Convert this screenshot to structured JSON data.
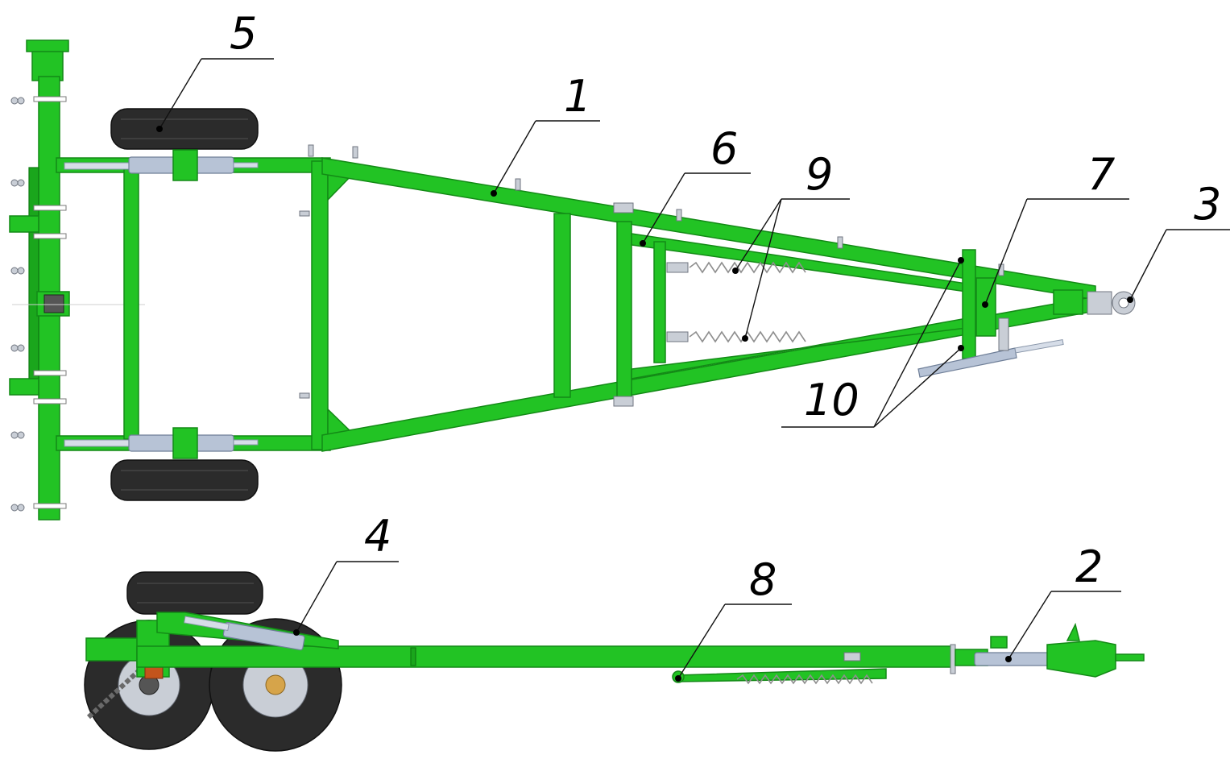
{
  "callouts": [
    {
      "id": "1",
      "label": "1"
    },
    {
      "id": "2",
      "label": "2"
    },
    {
      "id": "3",
      "label": "3"
    },
    {
      "id": "4",
      "label": "4"
    },
    {
      "id": "5",
      "label": "5"
    },
    {
      "id": "6",
      "label": "6"
    },
    {
      "id": "7",
      "label": "7"
    },
    {
      "id": "8",
      "label": "8"
    },
    {
      "id": "9",
      "label": "9"
    },
    {
      "id": "10",
      "label": "10"
    }
  ],
  "colors": {
    "frame": "#22c324",
    "frame_shadow": "#138a16",
    "tire": "#2b2b2b",
    "cylinder": "#b7c3d6",
    "leader": "#111111"
  },
  "views": [
    "top-view",
    "side-view"
  ]
}
